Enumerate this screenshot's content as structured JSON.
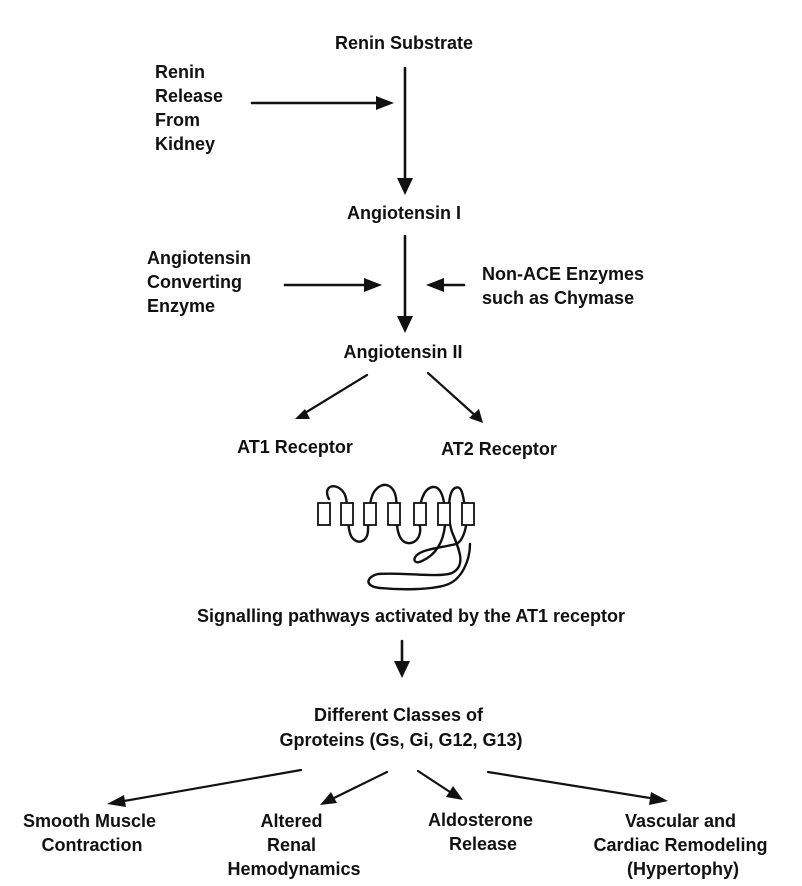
{
  "nodes": {
    "renin_substrate": "Renin Substrate",
    "renin_release": [
      "Renin",
      "Release",
      "From",
      "Kidney"
    ],
    "angiotensin_1": "Angiotensin I",
    "ace": [
      "Angiotensin",
      "Converting",
      "Enzyme"
    ],
    "non_ace": [
      "Non-ACE Enzymes",
      "such as Chymase"
    ],
    "angiotensin_2": "Angiotensin II",
    "at1": "AT1 Receptor",
    "at2": "AT2 Receptor",
    "signalling": "Signalling pathways activated by the AT1 receptor",
    "gproteins": [
      "Different Classes of",
      "Gproteins (Gs, Gi, G12, G13)"
    ],
    "smooth_muscle": [
      "Smooth Muscle",
      "Contraction"
    ],
    "renal": [
      "Altered",
      "Renal",
      "Hemodynamics"
    ],
    "aldosterone": [
      "Aldosterone",
      "Release"
    ],
    "remodeling": [
      "Vascular and",
      "Cardiac Remodeling",
      "(Hypertophy)"
    ]
  },
  "edges": [
    {
      "from": "renin_substrate",
      "to": "angiotensin_1"
    },
    {
      "from": "renin_release",
      "to": "renin_substrate-angiotensin_1"
    },
    {
      "from": "angiotensin_1",
      "to": "angiotensin_2"
    },
    {
      "from": "ace",
      "to": "angiotensin_1-angiotensin_2"
    },
    {
      "from": "non_ace",
      "to": "angiotensin_1-angiotensin_2"
    },
    {
      "from": "angiotensin_2",
      "to": "at1"
    },
    {
      "from": "angiotensin_2",
      "to": "at2"
    },
    {
      "from": "signalling",
      "to": "gproteins"
    },
    {
      "from": "gproteins",
      "to": "smooth_muscle"
    },
    {
      "from": "gproteins",
      "to": "renal"
    },
    {
      "from": "gproteins",
      "to": "aldosterone"
    },
    {
      "from": "gproteins",
      "to": "remodeling"
    }
  ],
  "receptor_icon": "seven-transmembrane-receptor-icon"
}
